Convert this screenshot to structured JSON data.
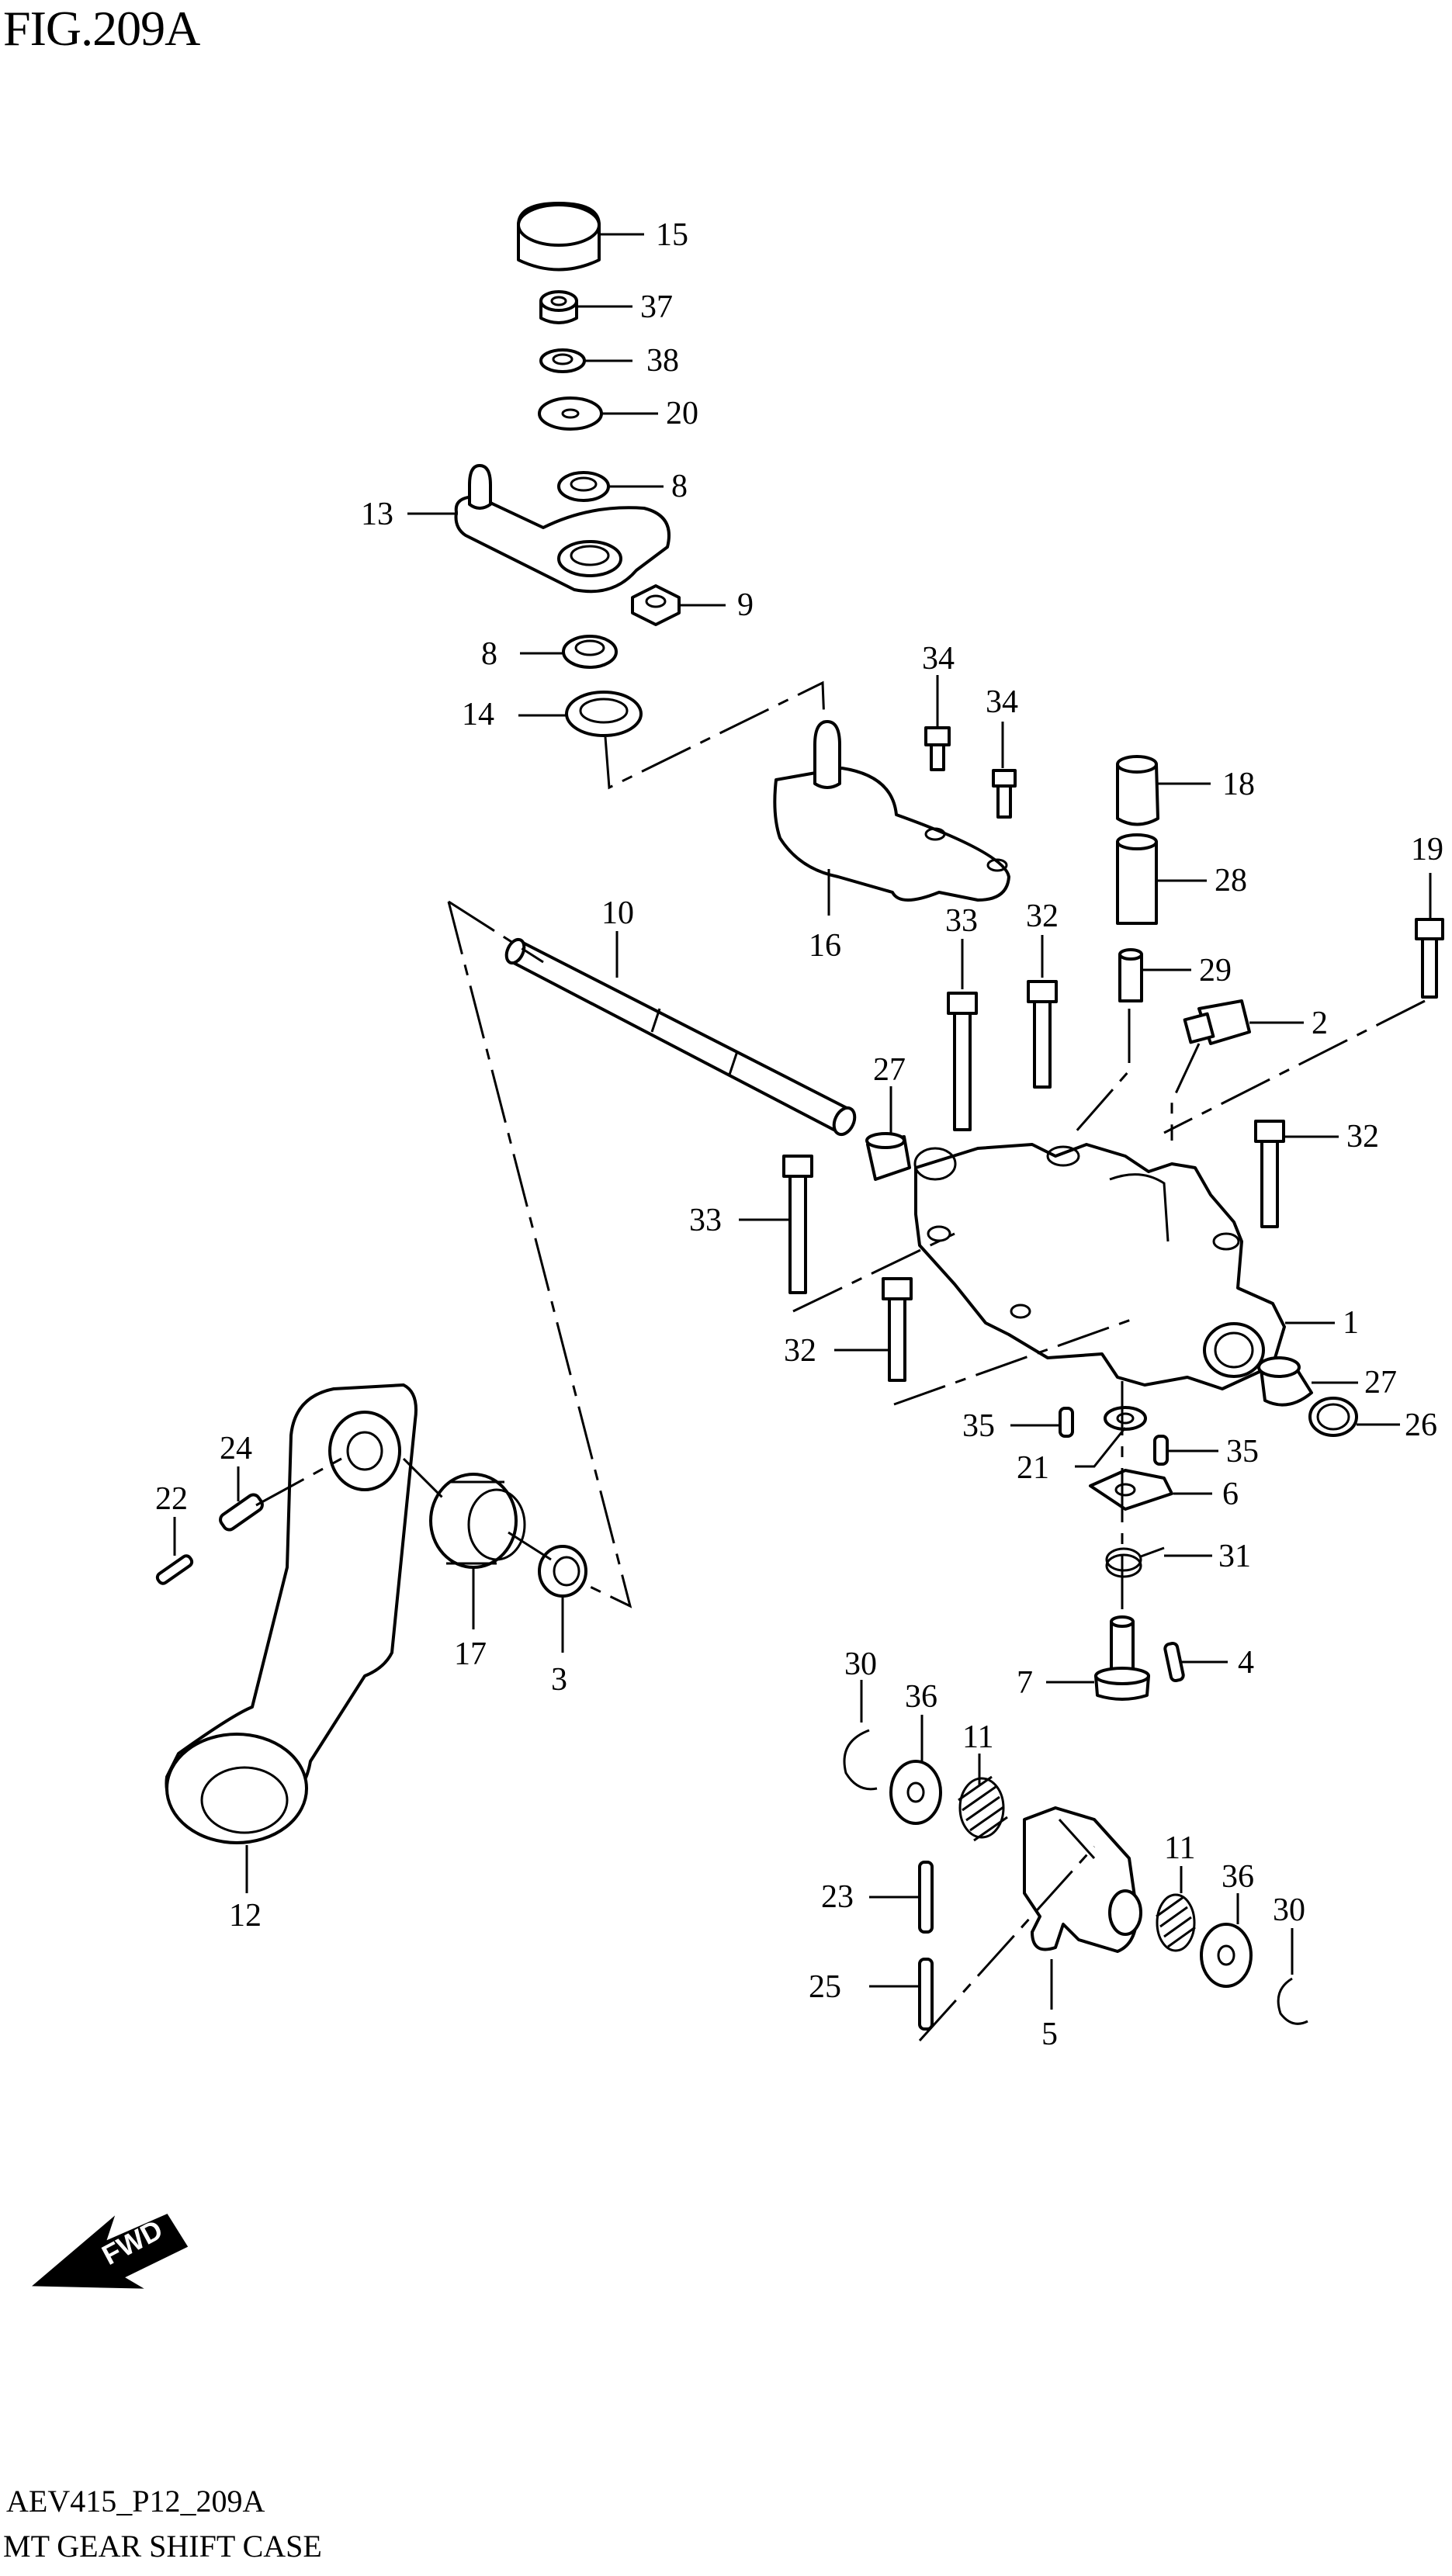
{
  "figure": {
    "title": "FIG.209A",
    "code": "AEV415_P12_209A",
    "caption": "MT GEAR SHIFT CASE",
    "fwd_label": "FWD"
  },
  "callouts": {
    "c15": "15",
    "c37": "37",
    "c38": "38",
    "c20": "20",
    "c8a": "8",
    "c13": "13",
    "c9": "9",
    "c8b": "8",
    "c14": "14",
    "c34a": "34",
    "c34b": "34",
    "c18": "18",
    "c28": "28",
    "c16": "16",
    "c19": "19",
    "c10": "10",
    "c33a": "33",
    "c32a": "32",
    "c29": "29",
    "c2": "2",
    "c27a": "27",
    "c32b": "32",
    "c33b": "33",
    "c1": "1",
    "c32c": "32",
    "c27b": "27",
    "c26": "26",
    "c35a": "35",
    "c35b": "35",
    "c21": "21",
    "c6": "6",
    "c31": "31",
    "c24": "24",
    "c22": "22",
    "c17": "17",
    "c3": "3",
    "c4": "4",
    "c7": "7",
    "c30a": "30",
    "c36a": "36",
    "c11a": "11",
    "c12": "12",
    "c23": "23",
    "c11b": "11",
    "c36b": "36",
    "c30b": "30",
    "c25": "25",
    "c5": "5"
  }
}
